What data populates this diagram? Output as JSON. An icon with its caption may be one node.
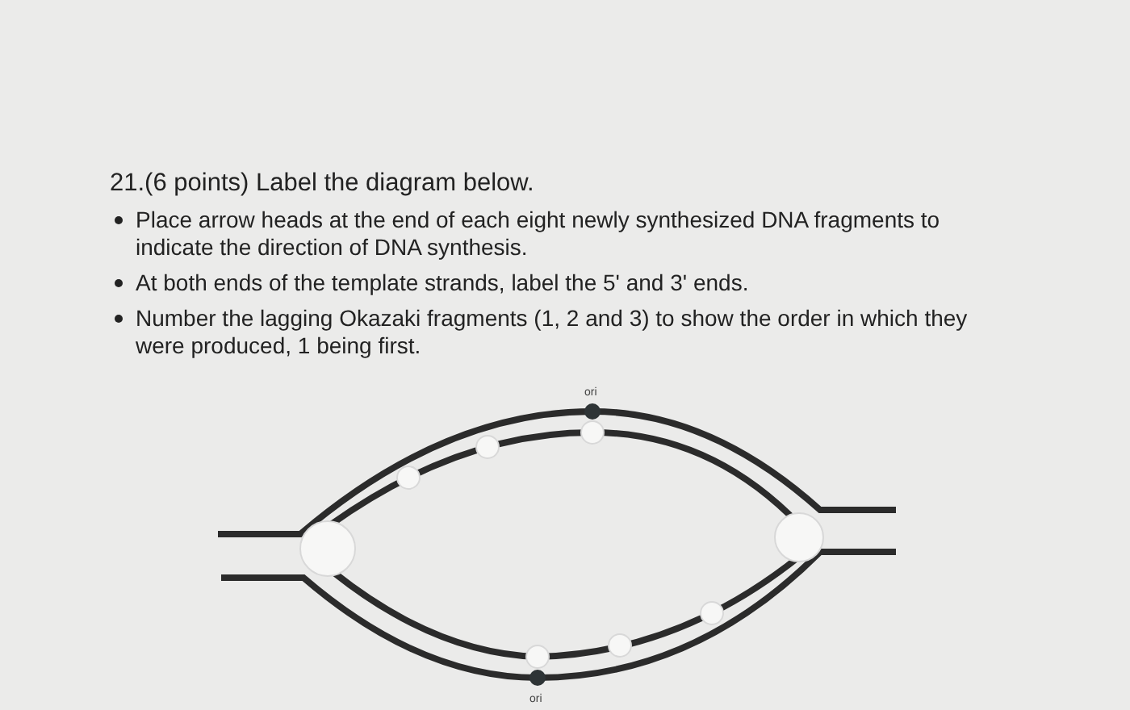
{
  "diagram": {
    "title": "21.(6 points) Label the diagram below.",
    "labels": [
      "Place arrow heads at the end of each eight newly synthesized DNA fragments to indicate the direction of DNA synthesis.",
      "At both ends of the template strands, label the 5' and 3' ends.",
      "Number the lagging Okazaki fragments (1, 2 and 3) to show the order in which they were produced, 1 being first.",
      "ori",
      "ori"
    ]
  }
}
